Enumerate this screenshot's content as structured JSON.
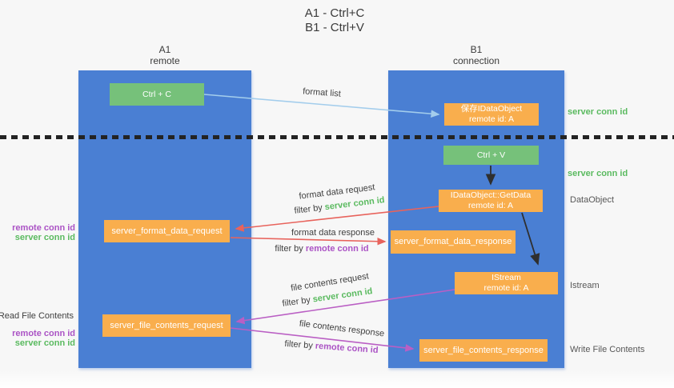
{
  "title": {
    "line1": "A1 - Ctrl+C",
    "line2": "B1 - Ctrl+V"
  },
  "columns": {
    "a1": {
      "name": "A1",
      "role": "remote"
    },
    "b1": {
      "name": "B1",
      "role": "connection"
    }
  },
  "boxes": {
    "ctrl_c": "Ctrl + C",
    "ctrl_v": "Ctrl + V",
    "save_idataobject_line1": "保存IDataObject",
    "save_idataobject_line2": "remote id: A",
    "getdata_line1": "IDataObject::GetData",
    "getdata_line2": "remote id: A",
    "istream_line1": "IStream",
    "istream_line2": "remote id: A",
    "server_format_data_request": "server_format_data_request",
    "server_format_data_response": "server_format_data_response",
    "server_file_contents_request": "server_file_contents_request",
    "server_file_contents_response": "server_file_contents_response"
  },
  "arrow_labels": {
    "format_list": "format list",
    "format_data_request": "format data request",
    "format_data_response": "format data response",
    "file_contents_request": "file contents request",
    "file_contents_response": "file contents response",
    "filter_by": "filter by",
    "server_conn_id": "server conn id",
    "remote_conn_id": "remote conn id"
  },
  "side_labels": {
    "server_conn_id": "server conn id",
    "remote_conn_id": "remote conn id",
    "dataobject": "DataObject",
    "istream": "Istream",
    "read_file_contents": "Read File Contents",
    "write_file_contents": "Write File Contents"
  },
  "colors": {
    "lifeline_blue": "#4a7fd3",
    "box_orange": "#f9ae4d",
    "box_green": "#76c17a",
    "conn_id_green": "#5aba5f",
    "conn_id_purple": "#ab53c5",
    "arrow_red": "#e8635c",
    "arrow_purple": "#ba5fc4",
    "arrow_light_blue": "#a3cdec",
    "arrow_black": "#2f2f2f",
    "background": "#f7f7f7"
  }
}
